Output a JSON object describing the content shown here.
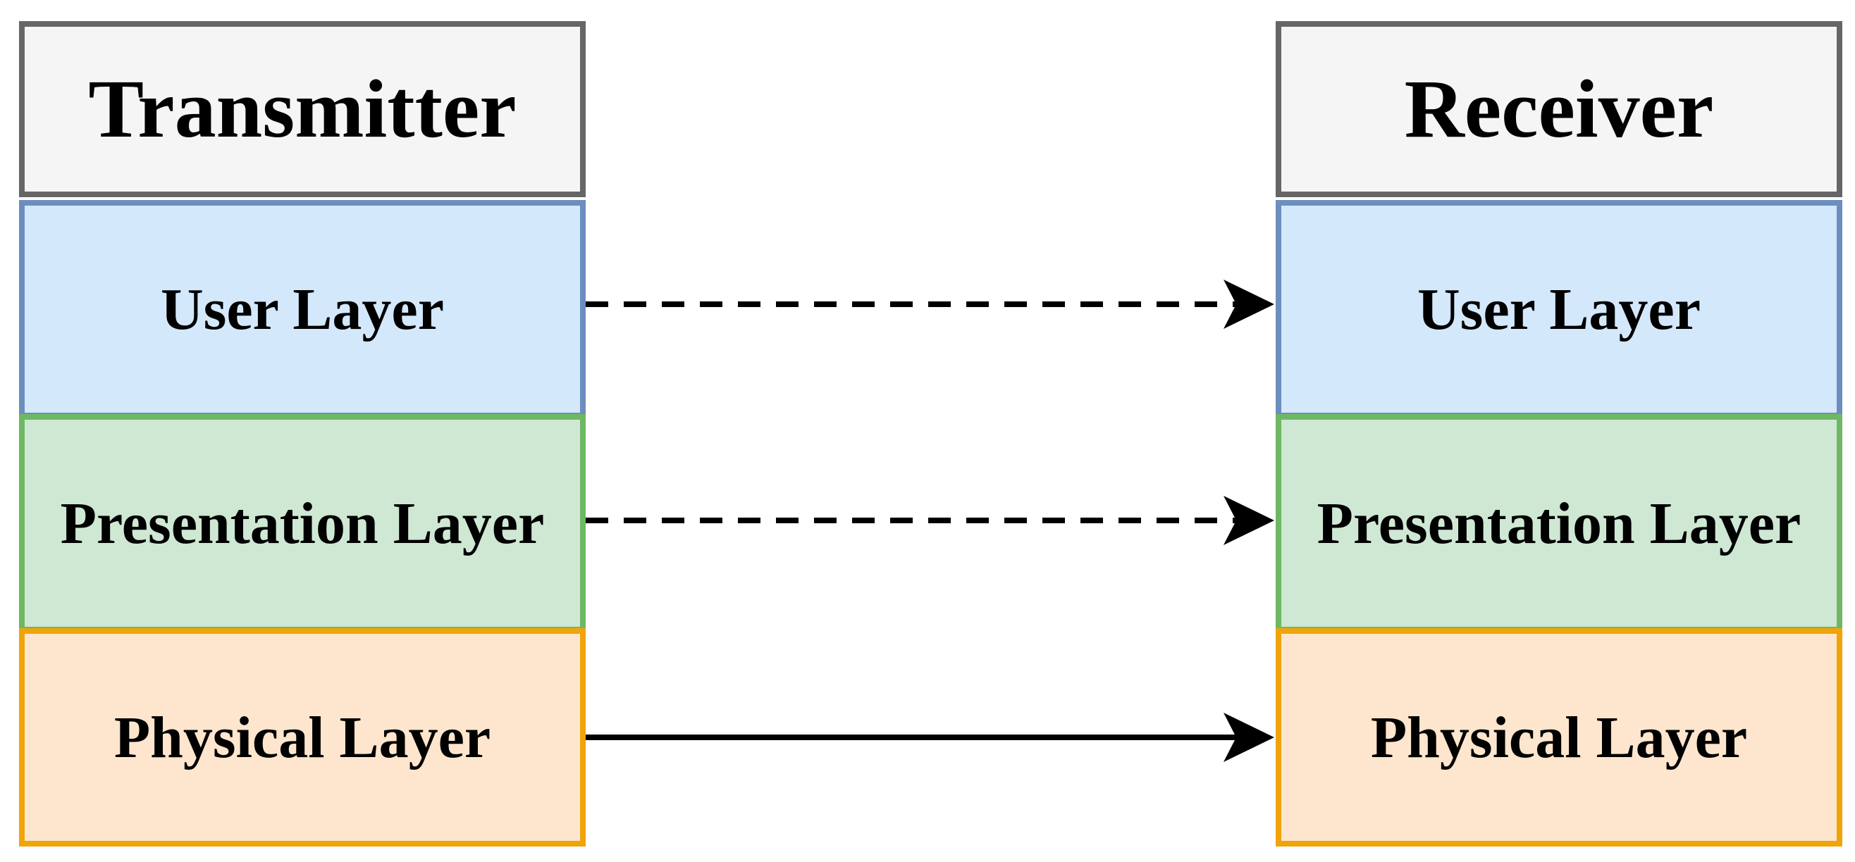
{
  "colors": {
    "header_fill": "#f5f5f5",
    "header_border": "#666666",
    "user_fill": "#d4e8fb",
    "user_border": "#6c8ebf",
    "presentation_fill": "#cfe8d4",
    "presentation_border": "#6db862",
    "physical_fill": "#fde6cd",
    "physical_border": "#f0a40a",
    "arrow": "#000000"
  },
  "transmitter": {
    "title": "Transmitter",
    "layers": {
      "user": "User Layer",
      "presentation": "Presentation Layer",
      "physical": "Physical Layer"
    }
  },
  "receiver": {
    "title": "Receiver",
    "layers": {
      "user": "User Layer",
      "presentation": "Presentation Layer",
      "physical": "Physical Layer"
    }
  },
  "arrows": [
    {
      "from": "transmitter.user",
      "to": "receiver.user",
      "style": "dashed"
    },
    {
      "from": "transmitter.presentation",
      "to": "receiver.presentation",
      "style": "dashed"
    },
    {
      "from": "transmitter.physical",
      "to": "receiver.physical",
      "style": "solid"
    }
  ]
}
